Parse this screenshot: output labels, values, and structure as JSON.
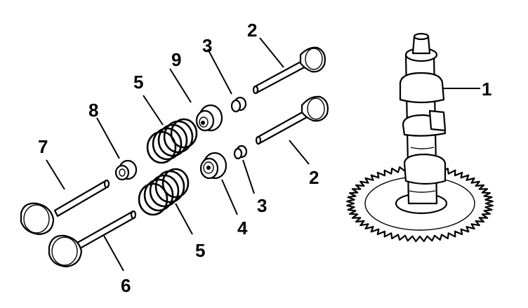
{
  "callouts": {
    "camshaft": "1",
    "valve_upper": "2",
    "valve_lower": "2",
    "key_upper": "3",
    "key_lower": "3",
    "retainer_lower": "4",
    "spring_upper": "5",
    "spring_lower": "5",
    "valve_6": "6",
    "valve_7": "7",
    "part_8": "8",
    "part_9": "9"
  },
  "colors": {
    "line": "#000000",
    "background": "#ffffff"
  }
}
